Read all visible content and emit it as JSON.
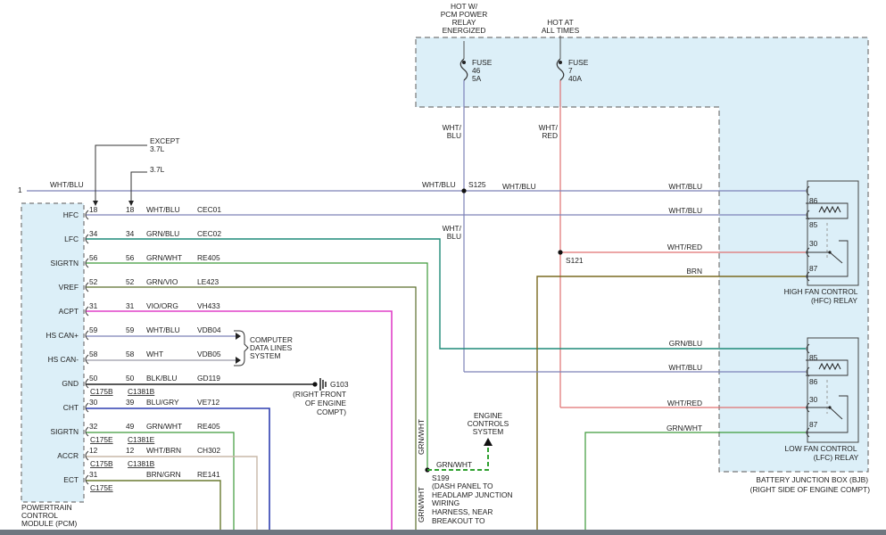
{
  "colors": {
    "wht_blu": "#7d82b8",
    "grn_blu": "#1f8a78",
    "grn_wht": "#3d9a3a",
    "grn_vio": "#5a6e2c",
    "vio_org": "#e040c8",
    "blu_gry": "#2f3fb0",
    "wht_red": "#e07070",
    "brn": "#7a6a20",
    "wht_brn": "#c8b8a8",
    "brn_grn": "#6a7a30",
    "box_fill": "#dceff8",
    "box_border": "#777777",
    "ground_dash": "#2fa02f"
  },
  "texts": {
    "hot_pcm_1": "HOT W/",
    "hot_pcm_2": "PCM POWER",
    "hot_pcm_3": "RELAY",
    "hot_pcm_4": "ENERGIZED",
    "hot_all_1": "HOT AT",
    "hot_all_2": "ALL TIMES",
    "fuse46_1": "FUSE",
    "fuse46_2": "46",
    "fuse46_3": "5A",
    "fuse7_1": "FUSE",
    "fuse7_2": "7",
    "fuse7_3": "40A",
    "wht_blu_v1": "WHT/",
    "wht_blu_v2": "BLU",
    "wht_red_v1": "WHT/",
    "wht_red_v2": "RED",
    "except_1": "EXCEPT",
    "except_2": "3.7L",
    "only_37": "3.7L",
    "pin1": "1",
    "wire_top_left": "WHT/BLU",
    "wire_top_mid": "WHT/BLU",
    "s125": "S125",
    "wire_top_right": "WHT/BLU",
    "wht_blu_v3a": "WHT/",
    "wht_blu_v3b": "BLU",
    "s121": "S121",
    "s199": "S199",
    "s199_desc_1": "(DASH PANEL TO",
    "s199_desc_2": "HEADLAMP JUNCTION",
    "s199_desc_3": "WIRING",
    "s199_desc_4": "HARNESS, NEAR",
    "s199_desc_5": "BREAKOUT TO",
    "engine_ctrl_1": "ENGINE",
    "engine_ctrl_2": "CONTROLS",
    "engine_ctrl_3": "SYSTEM",
    "grn_wht_s199": "GRN/WHT",
    "grn_wht_vert_1": "GRN/WHT",
    "grn_wht_vert_2": "GRN/WHT",
    "comp_data_1": "COMPUTER",
    "comp_data_2": "DATA LINES",
    "comp_data_3": "SYSTEM",
    "g103": "G103",
    "g103_desc_1": "(RIGHT FRONT",
    "g103_desc_2": "OF ENGINE",
    "g103_desc_3": "COMPT)",
    "pcm_1": "POWERTRAIN",
    "pcm_2": "CONTROL",
    "pcm_3": "MODULE (PCM)",
    "hfc_relay_1": "HIGH FAN CONTROL",
    "hfc_relay_2": "(HFC) RELAY",
    "lfc_relay_1": "LOW FAN CONTROL",
    "lfc_relay_2": "(LFC) RELAY",
    "bjb_1": "BATTERY JUNCTION BOX (BJB)",
    "bjb_2": "(RIGHT SIDE OF ENGINE COMPT)",
    "r_wht_blu_1": "WHT/BLU",
    "r_wht_blu_2": "WHT/BLU",
    "r_wht_red_1": "WHT/RED",
    "r_brn": "BRN",
    "r_grn_blu": "GRN/BLU",
    "r_wht_blu_3": "WHT/BLU",
    "r_wht_red_2": "WHT/RED",
    "r_grn_wht": "GRN/WHT",
    "hfc_86": "86",
    "hfc_85": "85",
    "hfc_30": "30",
    "hfc_87": "87",
    "lfc_85": "85",
    "lfc_86": "86",
    "lfc_30": "30",
    "lfc_87": "87"
  },
  "pcm_rows": [
    {
      "label": "HFC",
      "pin": "18",
      "pin2": "18",
      "color": "WHT/BLU",
      "circuit": "CEC01"
    },
    {
      "label": "LFC",
      "pin": "34",
      "pin2": "34",
      "color": "GRN/BLU",
      "circuit": "CEC02"
    },
    {
      "label": "SIGRTN",
      "pin": "56",
      "pin2": "56",
      "color": "GRN/WHT",
      "circuit": "RE405"
    },
    {
      "label": "VREF",
      "pin": "52",
      "pin2": "52",
      "color": "GRN/VIO",
      "circuit": "LE423"
    },
    {
      "label": "ACPT",
      "pin": "31",
      "pin2": "31",
      "color": "VIO/ORG",
      "circuit": "VH433"
    },
    {
      "label": "HS CAN+",
      "pin": "59",
      "pin2": "59",
      "color": "WHT/BLU",
      "circuit": "VDB04"
    },
    {
      "label": "HS CAN-",
      "pin": "58",
      "pin2": "58",
      "color": "WHT",
      "circuit": "VDB05"
    },
    {
      "label": "GND",
      "pin": "50",
      "pin2": "50",
      "color": "BLK/BLU",
      "circuit": "GD119"
    },
    {
      "label": "CHT",
      "pin": "30",
      "pin2": "39",
      "color": "BLU/GRY",
      "circuit": "VE712"
    },
    {
      "label": "SIGRTN",
      "pin": "32",
      "pin2": "49",
      "color": "GRN/WHT",
      "circuit": "RE405"
    },
    {
      "label": "ACCR",
      "pin": "12",
      "pin2": "12",
      "color": "WHT/BRN",
      "circuit": "CH302"
    },
    {
      "label": "ECT",
      "pin": "31",
      "pin2": "",
      "color": "BRN/GRN",
      "circuit": "RE141"
    }
  ],
  "connectors": [
    {
      "a": "C175B",
      "b": "C1381B"
    },
    {
      "a": "C175E",
      "b": "C1381E"
    },
    {
      "a": "C175B",
      "b": "C1381B"
    },
    {
      "a": "C175E",
      "b": ""
    }
  ]
}
